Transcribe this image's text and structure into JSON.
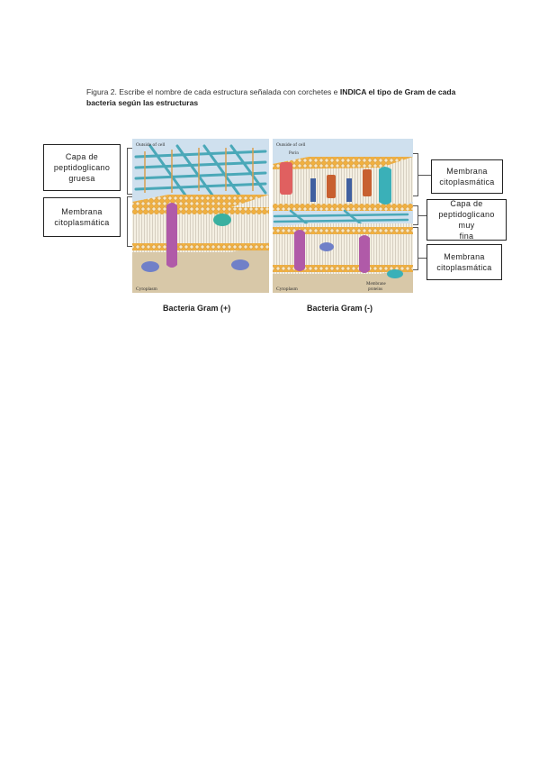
{
  "caption": {
    "part1": "Figura 2. Escribe el nombre de cada estructura señalada con corchetes e ",
    "bold": "INDICA el tipo de Gram de cada bacteria según las estructuras"
  },
  "figure": {
    "gram_pos_outside": "Outside of cell",
    "gram_pos_cytoplasm": "Cytoplasm",
    "gram_neg_outside": "Outside of cell",
    "gram_neg_porin": "Porin",
    "gram_neg_cytoplasm": "Cytoplasm",
    "gram_neg_membrane_proteins_1": "Membrane",
    "gram_neg_membrane_proteins_2": "proteins"
  },
  "labels": {
    "left_top_1": "Capa de",
    "left_top_2": "peptidoglicano",
    "left_top_3": "gruesa",
    "left_bottom_1": "Membrana",
    "left_bottom_2": "citoplasmática",
    "right_top_1": "Membrana",
    "right_top_2": "citoplasmática",
    "right_mid_1": "Capa de",
    "right_mid_2": "peptidoglicano muy",
    "right_mid_3": "fina",
    "right_bottom_1": "Membrana",
    "right_bottom_2": "citoplasmática"
  },
  "bacteria": {
    "gram_pos": "Bacteria Gram (+)",
    "gram_neg": "Bacteria Gram (-)"
  }
}
